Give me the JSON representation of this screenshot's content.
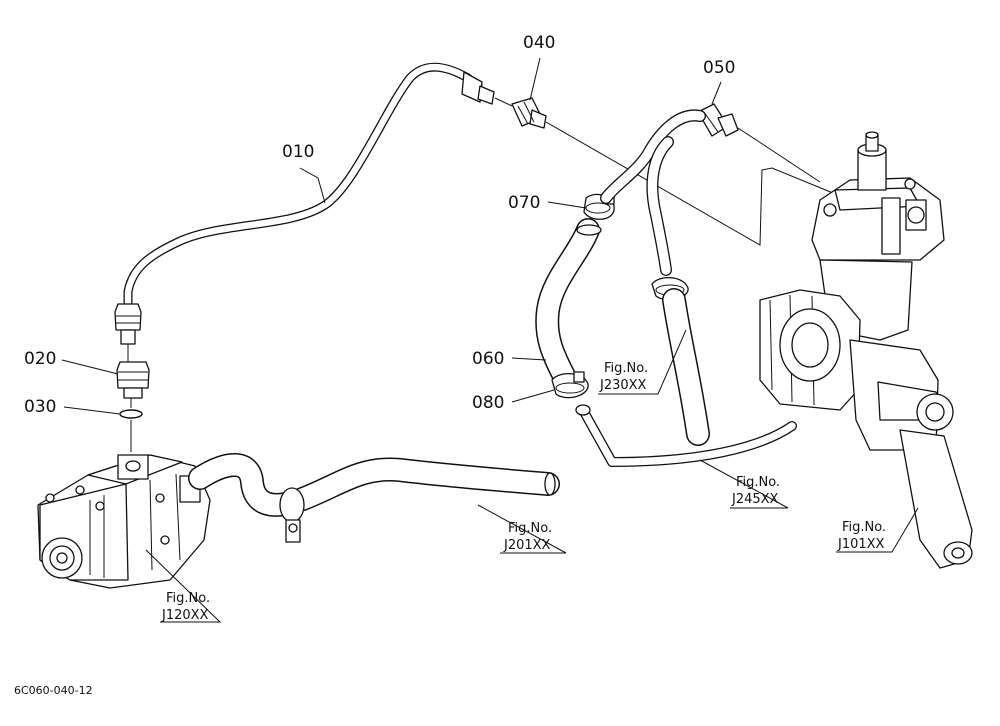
{
  "callouts": {
    "p010": "010",
    "p020": "020",
    "p030": "030",
    "p040": "040",
    "p050": "050",
    "p060": "060",
    "p070": "070",
    "p080": "080"
  },
  "references": [
    {
      "label": "Fig.No.",
      "code": "J120XX"
    },
    {
      "label": "Fig.No.",
      "code": "J201XX"
    },
    {
      "label": "Fig.No.",
      "code": "J230XX"
    },
    {
      "label": "Fig.No.",
      "code": "J245XX"
    },
    {
      "label": "Fig.No.",
      "code": "J101XX"
    }
  ],
  "drawing_number": "6C060-040-12"
}
